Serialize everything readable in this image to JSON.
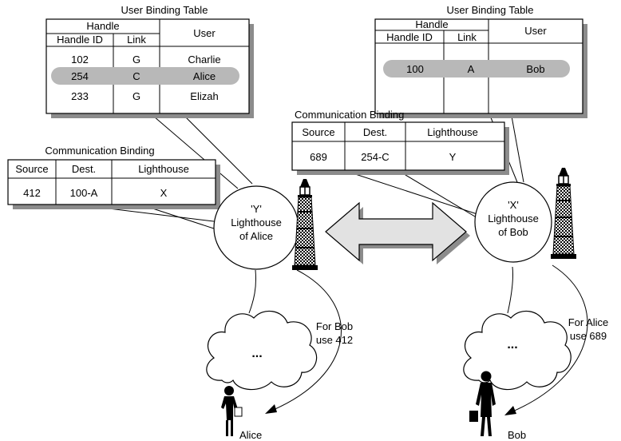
{
  "alice_side": {
    "user_binding": {
      "title": "User  Binding Table",
      "group_header": "Handle",
      "col_handle_id": "Handle ID",
      "col_link": "Link",
      "col_user": "User",
      "rows": [
        {
          "handle_id": "102",
          "link": "G",
          "user": "Charlie"
        },
        {
          "handle_id": "254",
          "link": "C",
          "user": "Alice",
          "highlighted": true
        },
        {
          "handle_id": "233",
          "link": "G",
          "user": "Elizah"
        }
      ]
    },
    "comm_binding": {
      "title": "Communication Binding",
      "col_source": "Source",
      "col_dest": "Dest.",
      "col_lighthouse": "Lighthouse",
      "row": {
        "source": "412",
        "dest": "100-A",
        "lighthouse": "X"
      }
    },
    "lighthouse_label": [
      "'Y'",
      "Lighthouse",
      "of Alice"
    ],
    "network_dots": "...",
    "hint": [
      "For Bob",
      "use 412"
    ],
    "person_label": "Alice"
  },
  "bob_side": {
    "user_binding": {
      "title": "User Binding Table",
      "group_header": "Handle",
      "col_handle_id": "Handle ID",
      "col_link": "Link",
      "col_user": "User",
      "rows": [
        {
          "handle_id": "100",
          "link": "A",
          "user": "Bob",
          "highlighted": true
        }
      ]
    },
    "comm_binding": {
      "title": "Communication Binding",
      "col_source": "Source",
      "col_dest": "Dest.",
      "col_lighthouse": "Lighthouse",
      "row": {
        "source": "689",
        "dest": "254-C",
        "lighthouse": "Y"
      }
    },
    "lighthouse_label": [
      "'X'",
      "Lighthouse",
      "of Bob"
    ],
    "network_dots": "...",
    "hint": [
      "For Alice",
      "use 689"
    ],
    "person_label": "Bob"
  },
  "colors": {
    "highlight": "#b8b8b8",
    "shadow": "#8c8c8c",
    "arrow_fill": "#e2e2e2"
  }
}
